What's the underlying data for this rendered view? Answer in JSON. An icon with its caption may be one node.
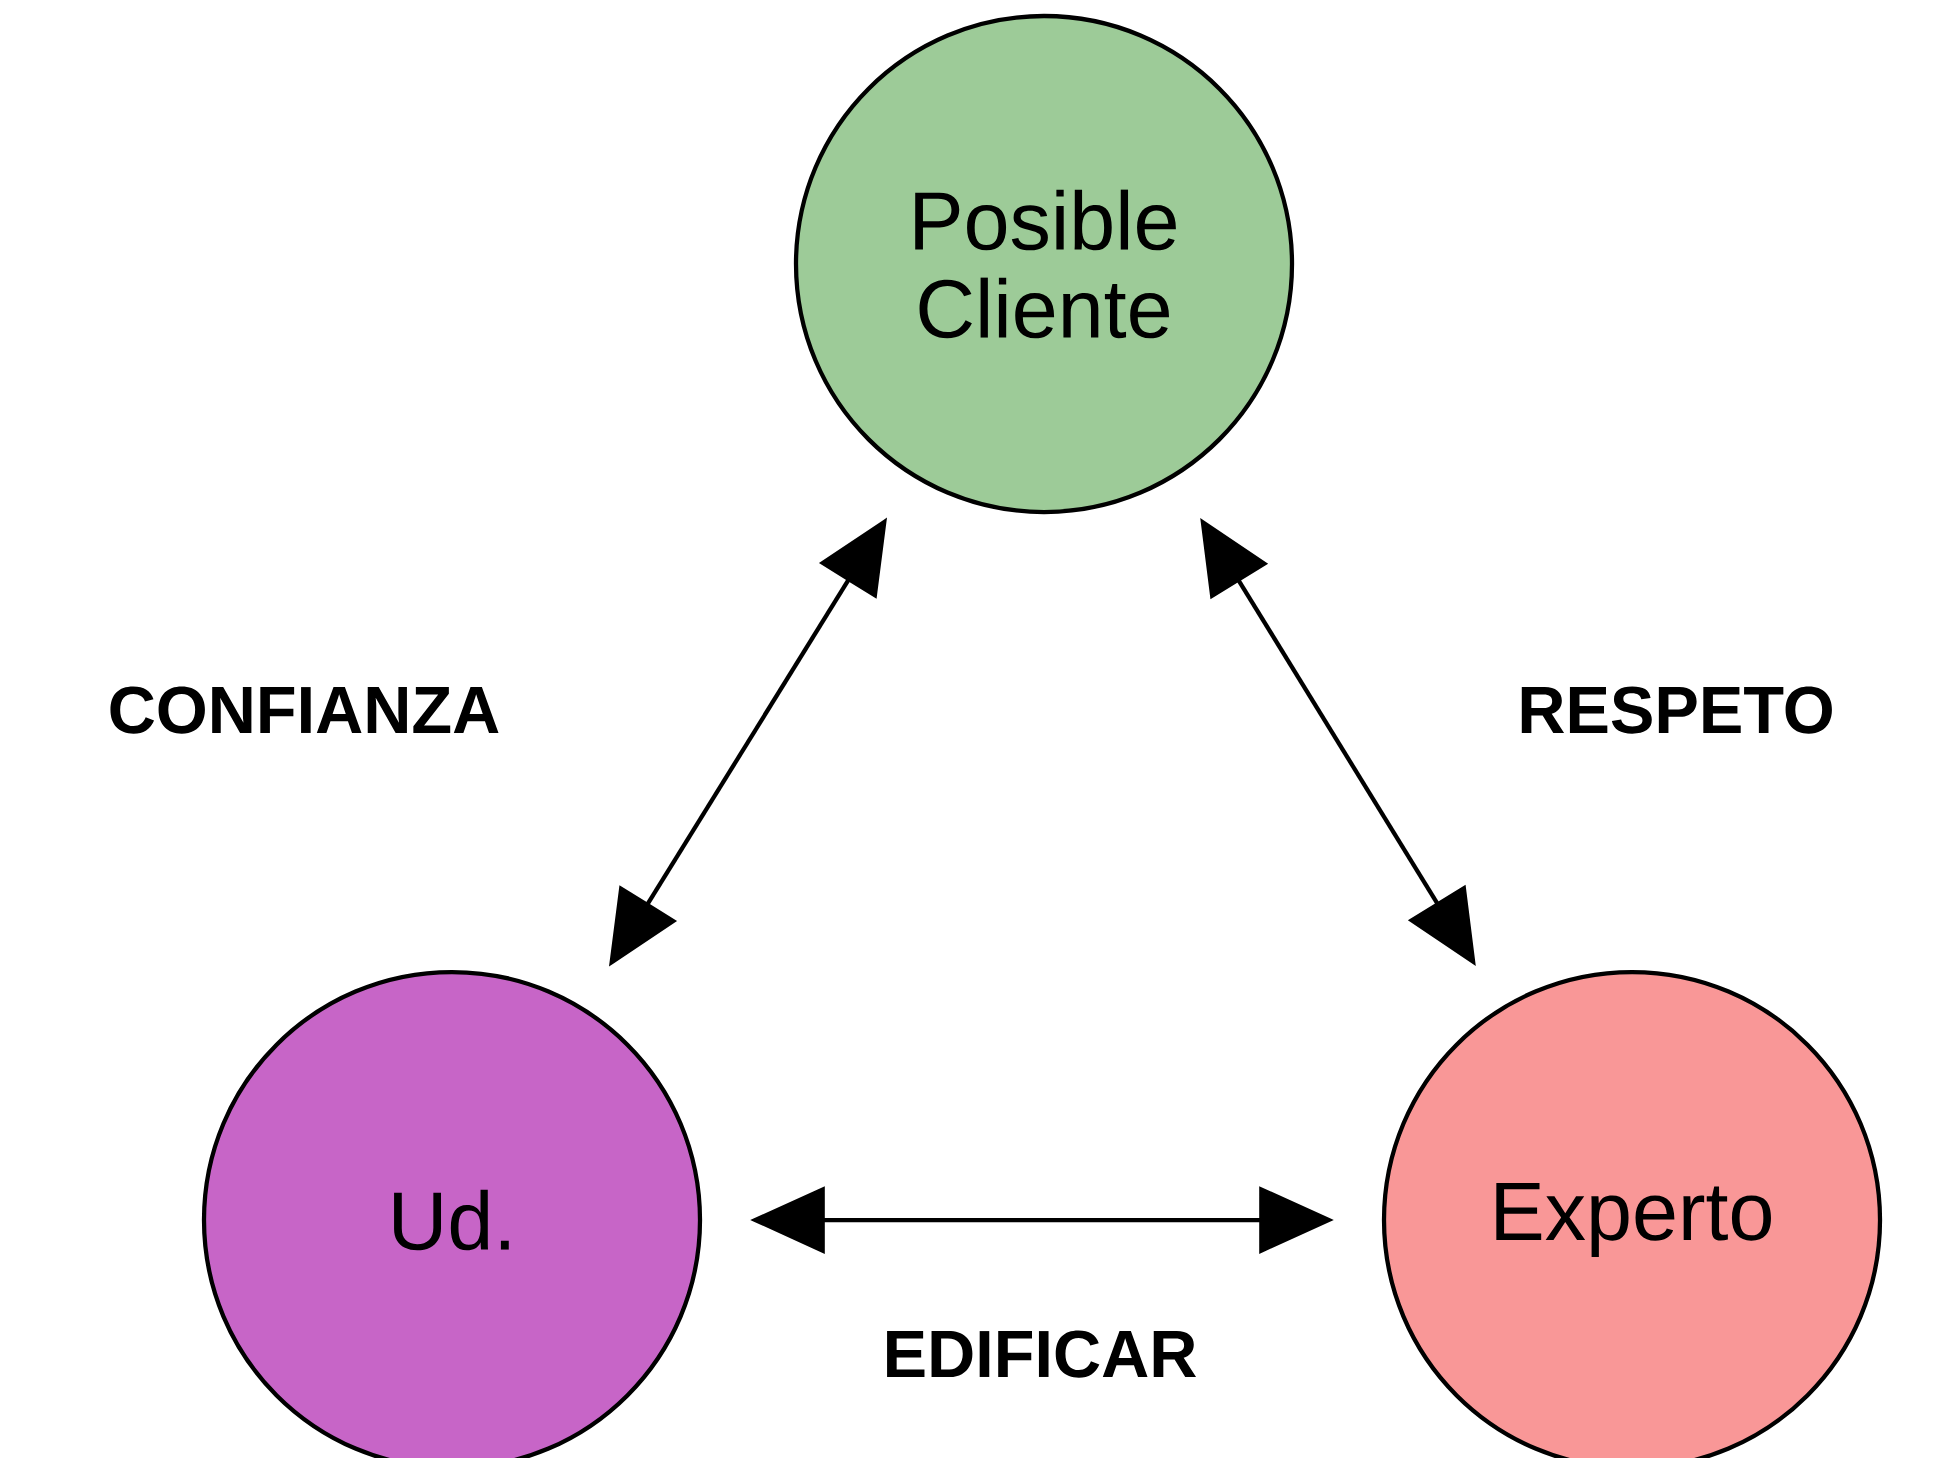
{
  "diagram": {
    "nodes": [
      {
        "text": [
          "Posible Cliente"
        ]
      },
      {
        "text": [
          "Ud."
        ]
      },
      {
        "text": [
          "Experto"
        ]
      }
    ],
    "edges": [
      {
        "from": 1,
        "to": 0,
        "arrow": "both",
        "label": "CONFIANZA"
      },
      {
        "from": 0,
        "to": 2,
        "arrow": "both",
        "label": "RESPETO"
      },
      {
        "from": 1,
        "to": 2,
        "arrow": "both",
        "label": "EDIFICAR"
      }
    ]
  }
}
